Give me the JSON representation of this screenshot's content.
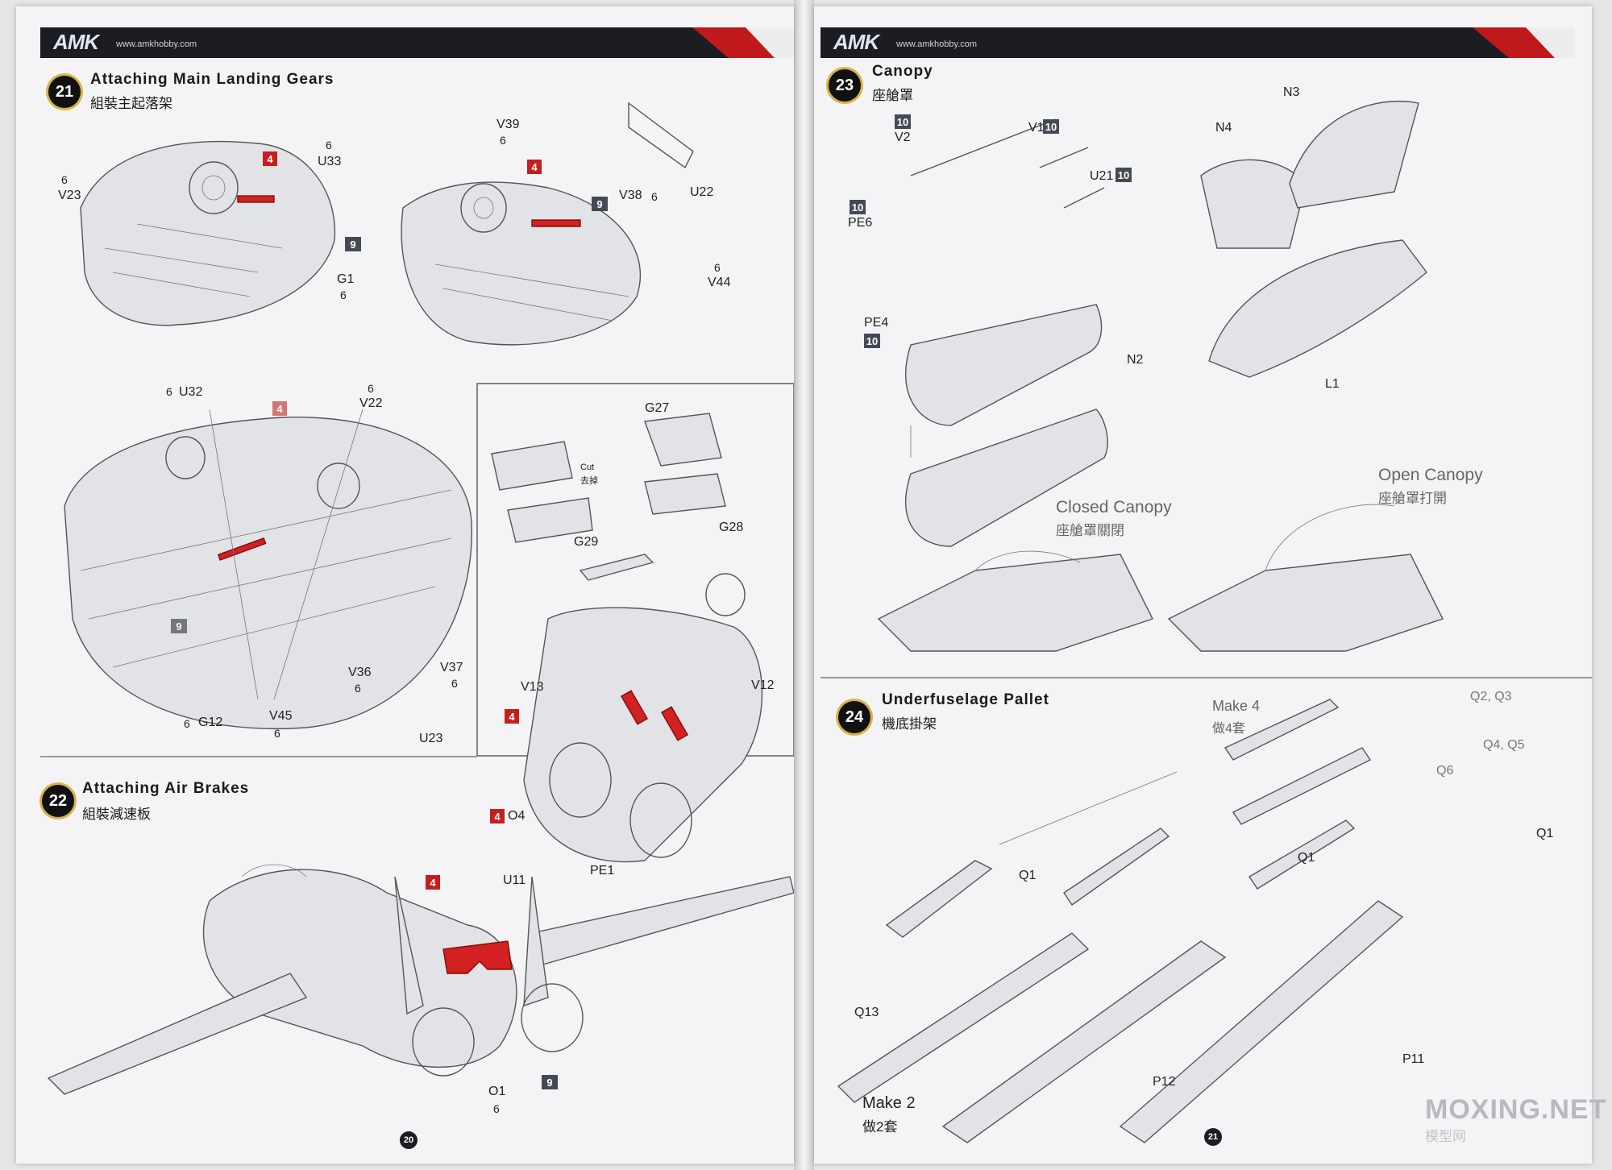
{
  "header": {
    "brand": "AMK",
    "site": "www.amkhobby.com"
  },
  "step21": {
    "number": "21",
    "title": "Attaching Main Landing Gears",
    "subtitle": "組裝主起落架",
    "labels": [
      {
        "text": "6"
      },
      {
        "text": "V23"
      },
      {
        "text": "6"
      },
      {
        "text": "U33"
      },
      {
        "text": "G1"
      },
      {
        "text": "6"
      },
      {
        "text": "V39"
      },
      {
        "text": "6"
      },
      {
        "text": "V38"
      },
      {
        "text": "6"
      },
      {
        "text": "U22"
      },
      {
        "text": "6"
      },
      {
        "text": "V44"
      },
      {
        "text": "6"
      },
      {
        "text": "U32"
      },
      {
        "text": "6"
      },
      {
        "text": "V22"
      },
      {
        "text": "6"
      },
      {
        "text": "G12"
      },
      {
        "text": "V45"
      },
      {
        "text": "6"
      },
      {
        "text": "V36"
      },
      {
        "text": "6"
      },
      {
        "text": "V37"
      },
      {
        "text": "6"
      },
      {
        "text": "U23"
      },
      {
        "text": "G27"
      },
      {
        "text": "Cut"
      },
      {
        "text": "去掉"
      },
      {
        "text": "G28"
      },
      {
        "text": "G29"
      },
      {
        "text": "V13"
      },
      {
        "text": "V12"
      },
      {
        "text": "O4"
      },
      {
        "text": "PE1"
      }
    ],
    "badges": [
      "4",
      "9",
      "4",
      "9",
      "4",
      "9",
      "4",
      "4"
    ]
  },
  "step22": {
    "number": "22",
    "title": "Attaching Air Brakes",
    "subtitle": "組裝減速板",
    "labels": [
      {
        "text": "U11"
      },
      {
        "text": "O1"
      },
      {
        "text": "6"
      }
    ],
    "badges": [
      "4",
      "9"
    ]
  },
  "step23": {
    "number": "23",
    "title": "Canopy",
    "subtitle": "座艙罩",
    "labels": [
      {
        "text": "V2"
      },
      {
        "text": "V1"
      },
      {
        "text": "U21"
      },
      {
        "text": "PE6"
      },
      {
        "text": "PE4"
      },
      {
        "text": "N2"
      },
      {
        "text": "N4"
      },
      {
        "text": "N3"
      },
      {
        "text": "L1"
      }
    ],
    "badges": [
      "10",
      "10",
      "10",
      "10",
      "10"
    ],
    "closed": {
      "title": "Closed Canopy",
      "subtitle": "座艙罩關閉"
    },
    "open": {
      "title": "Open Canopy",
      "subtitle": "座艙罩打開"
    }
  },
  "step24": {
    "number": "24",
    "title": "Underfuselage Pallet",
    "subtitle": "機底掛架",
    "make4": {
      "title": "Make 4",
      "subtitle": "做4套"
    },
    "make2": {
      "title": "Make 2",
      "subtitle": "做2套"
    },
    "labels": [
      {
        "text": "Q2, Q3"
      },
      {
        "text": "Q4, Q5"
      },
      {
        "text": "Q6"
      },
      {
        "text": "Q1"
      },
      {
        "text": "Q1"
      },
      {
        "text": "Q1"
      },
      {
        "text": "Q13"
      },
      {
        "text": "P12"
      },
      {
        "text": "P11"
      }
    ]
  },
  "pages": {
    "left": "20",
    "right": "21"
  },
  "watermark": {
    "title": "MOXING.NET",
    "subtitle": "模型网"
  }
}
